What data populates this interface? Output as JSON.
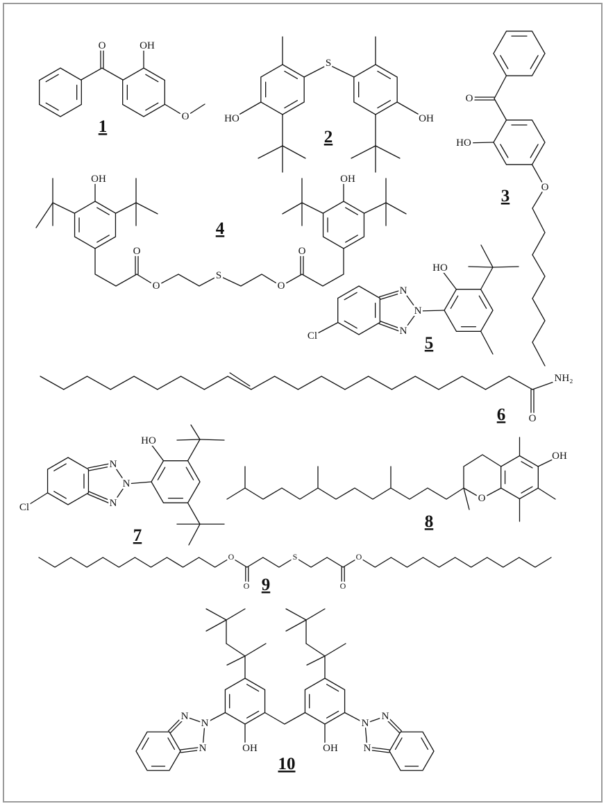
{
  "compounds": [
    {
      "number": "1",
      "atoms": [
        "O",
        "OH",
        "O"
      ]
    },
    {
      "number": "2",
      "atoms": [
        "S",
        "HO",
        "OH"
      ]
    },
    {
      "number": "3",
      "atoms": [
        "O",
        "HO",
        "O"
      ]
    },
    {
      "number": "4",
      "atoms": [
        "OH",
        "OH",
        "O",
        "O",
        "S",
        "O",
        "O"
      ]
    },
    {
      "number": "5",
      "atoms": [
        "HO",
        "N",
        "N",
        "N",
        "Cl"
      ]
    },
    {
      "number": "6",
      "atoms": [
        "NH₂",
        "O"
      ]
    },
    {
      "number": "7",
      "atoms": [
        "HO",
        "N",
        "N",
        "N",
        "Cl"
      ]
    },
    {
      "number": "8",
      "atoms": [
        "O",
        "OH"
      ]
    },
    {
      "number": "9",
      "atoms": [
        "O",
        "O",
        "S",
        "O",
        "O"
      ]
    },
    {
      "number": "10",
      "atoms": [
        "N",
        "N",
        "N",
        "OH",
        "OH",
        "N",
        "N",
        "N"
      ]
    }
  ]
}
